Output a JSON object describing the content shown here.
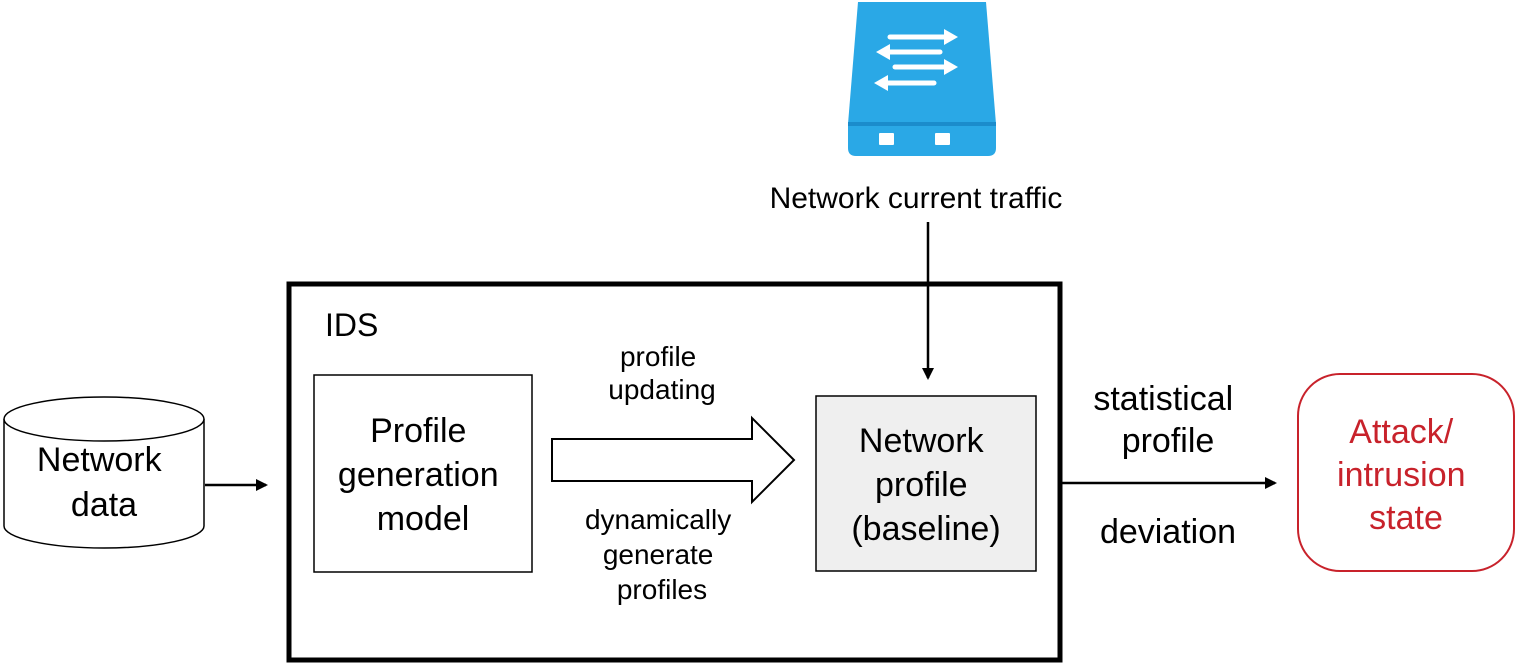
{
  "switch_icon": {
    "icon": "network-switch-icon",
    "color": "#2aa8e6"
  },
  "current_traffic_label": "Network current traffic",
  "ids": {
    "label": "IDS",
    "profile_model": {
      "lines": [
        "Profile",
        "generation",
        "model"
      ]
    },
    "network_profile": {
      "lines": [
        "Network",
        "profile",
        "(baseline)"
      ]
    },
    "update_arrow": {
      "top_lines": [
        "profile",
        "updating"
      ],
      "bottom_lines": [
        "dynamically",
        "generate",
        "profiles"
      ]
    }
  },
  "network_data": {
    "lines": [
      "Network",
      "data"
    ]
  },
  "deviation": {
    "top_lines": [
      "statistical",
      "profile"
    ],
    "bottom_line": "deviation"
  },
  "attack_state": {
    "lines": [
      "Attack/",
      "intrusion",
      "state"
    ],
    "color": "#c8222b"
  }
}
